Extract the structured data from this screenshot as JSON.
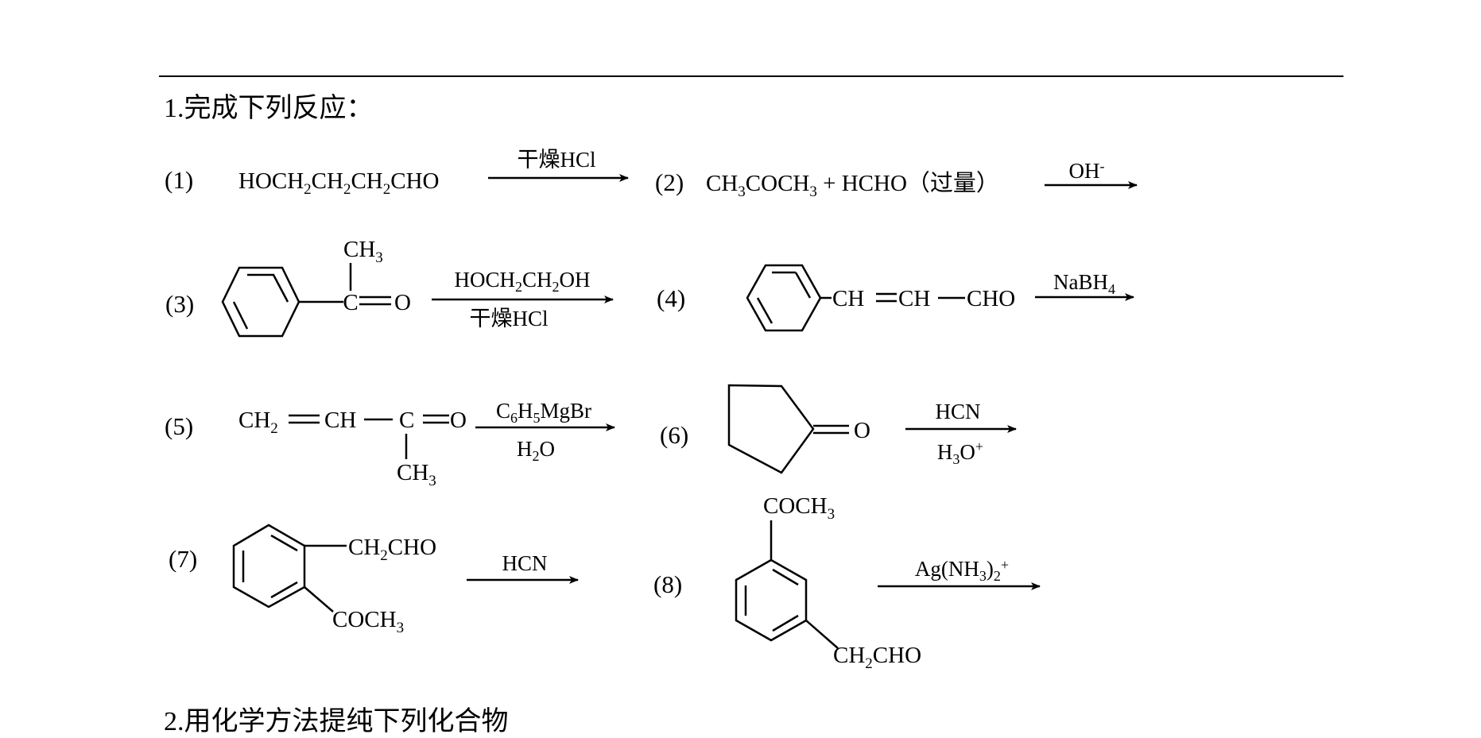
{
  "page_rule": true,
  "section1": {
    "title": "1.完成下列反应："
  },
  "section2": {
    "title": "2.用化学方法提纯下列化合物"
  },
  "reactions": [
    {
      "number": "(1)",
      "reactant_parts": [
        "HOCH",
        "2",
        "CH",
        "2",
        "CH",
        "2",
        "CHO"
      ],
      "reagent_top": "干燥HCl"
    },
    {
      "number": "(2)",
      "reactant_parts": [
        "CH",
        "3",
        "COCH",
        "3",
        " + HCHO（过量）"
      ],
      "reagent_top_parts": [
        "OH",
        "-"
      ]
    },
    {
      "number": "(3)",
      "substituent_parts": [
        "CH",
        "3"
      ],
      "carbonyl_c": "C",
      "carbonyl_o": "O",
      "reagent_top_parts": [
        "HOCH",
        "2",
        "CH",
        "2",
        "OH"
      ],
      "reagent_bottom": "干燥HCl"
    },
    {
      "number": "(4)",
      "chain_parts": [
        "CH",
        "CH",
        "CHO"
      ],
      "reagent_top_parts": [
        "NaBH",
        "4"
      ]
    },
    {
      "number": "(5)",
      "chain_parts": [
        "CH",
        "2",
        "CH",
        "C",
        "O"
      ],
      "substituent_parts": [
        "CH",
        "3"
      ],
      "reagent_top_parts": [
        "C",
        "6",
        "H",
        "5",
        "MgBr"
      ],
      "reagent_bottom_parts": [
        "H",
        "2",
        "O"
      ]
    },
    {
      "number": "(6)",
      "carbonyl_o": "O",
      "reagent_top": "HCN",
      "reagent_bottom_parts": [
        "H",
        "3",
        "O",
        "+"
      ]
    },
    {
      "number": "(7)",
      "substituent_1_parts": [
        "CH",
        "2",
        "CHO"
      ],
      "substituent_2_parts": [
        "COCH",
        "3"
      ],
      "reagent_top": "HCN"
    },
    {
      "number": "(8)",
      "substituent_1_parts": [
        "COCH",
        "3"
      ],
      "substituent_2_parts": [
        "CH",
        "2",
        "CHO"
      ],
      "reagent_top_parts": [
        "Ag(NH",
        "3",
        ")",
        "2",
        "+"
      ]
    }
  ]
}
